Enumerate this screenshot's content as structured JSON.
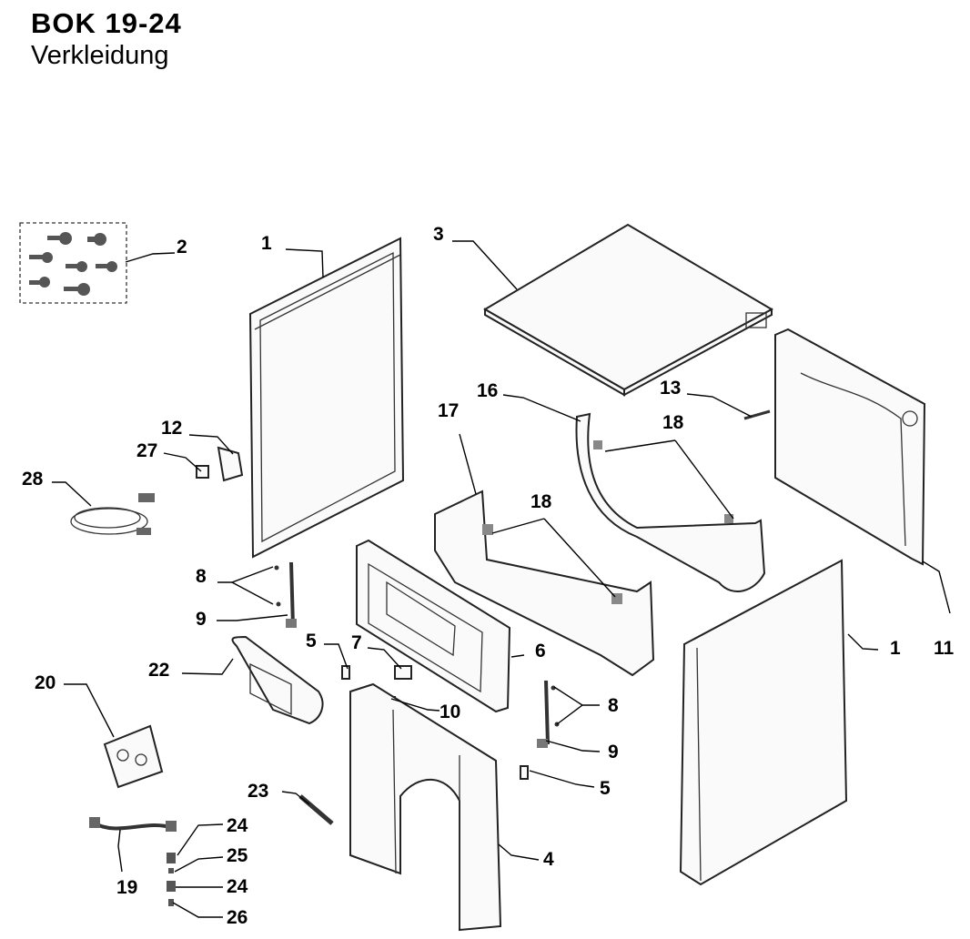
{
  "header": {
    "code": "BOK 19-24",
    "subtitle": "Verkleidung"
  },
  "callouts": {
    "c1a": "1",
    "c1b": "1",
    "c2": "2",
    "c3": "3",
    "c4": "4",
    "c5a": "5",
    "c5b": "5",
    "c6": "6",
    "c7": "7",
    "c8a": "8",
    "c8b": "8",
    "c9a": "9",
    "c9b": "9",
    "c10": "10",
    "c11": "11",
    "c12": "12",
    "c13": "13",
    "c16": "16",
    "c17": "17",
    "c18a": "18",
    "c18b": "18",
    "c19": "19",
    "c20": "20",
    "c22": "22",
    "c23": "23",
    "c24a": "24",
    "c24b": "24",
    "c25": "25",
    "c26": "26",
    "c27": "27",
    "c28": "28"
  }
}
